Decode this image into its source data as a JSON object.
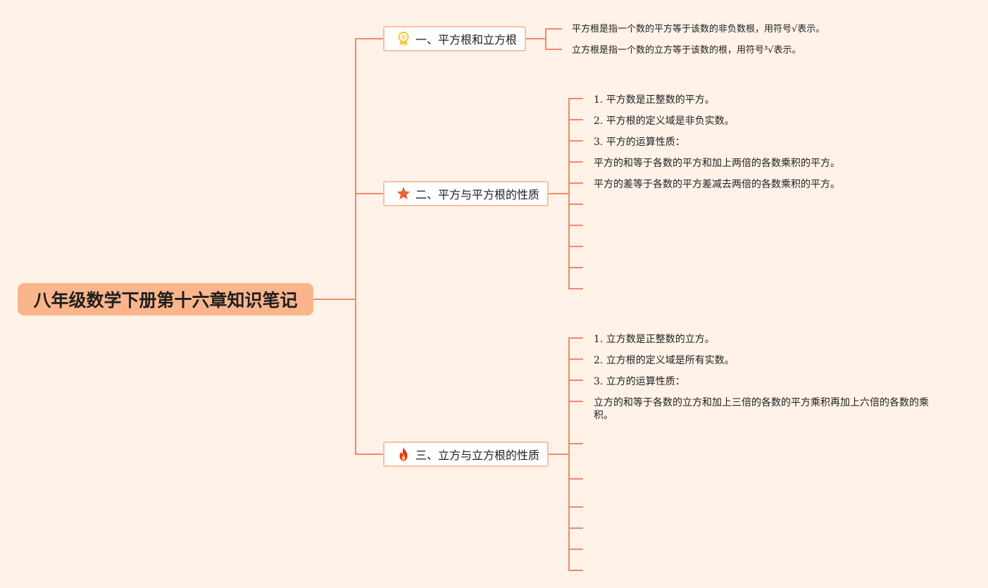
{
  "root": {
    "title": "八年级数学下册第十六章知识笔记"
  },
  "colors": {
    "background": "#fff2e8",
    "root_fill": "#fbb58c",
    "connector": "#f08a6b",
    "topic_border": "#f7c0a2"
  },
  "topics": [
    {
      "label": "一、平方根和立方根",
      "icon": "award-ribbon-icon",
      "notes": [
        "平方根是指一个数的平方等于该数的非负数根，用符号√表示。",
        "立方根是指一个数的立方等于该数的根，用符号³√表示。"
      ]
    },
    {
      "label": "二、平方与平方根的性质",
      "icon": "star-icon",
      "notes": [
        "1. 平方数是正整数的平方。",
        "2. 平方根的定义域是非负实数。",
        "3. 平方的运算性质：",
        "平方的和等于各数的平方和加上两倍的各数乘积的平方。",
        "平方的差等于各数的平方差减去两倍的各数乘积的平方。"
      ]
    },
    {
      "label": "三、立方与立方根的性质",
      "icon": "flame-icon",
      "notes": [
        "1. 立方数是正整数的立方。",
        "2. 立方根的定义域是所有实数。",
        "3. 立方的运算性质：",
        "立方的和等于各数的立方和加上三倍的各数的平方乘积再加上六倍的各数的乘积。"
      ]
    }
  ]
}
